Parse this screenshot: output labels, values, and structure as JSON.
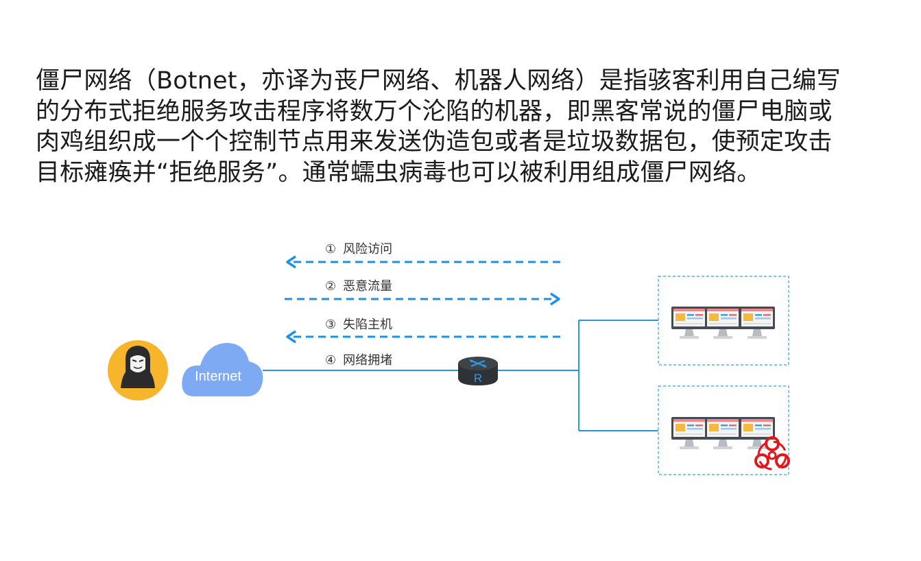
{
  "paragraph": {
    "lines": [
      "僵尸网络（Botnet，亦译为丧尸网络、机器人网络）是指骇客利用自己编写",
      "的分布式拒绝服务攻击程序将数万个沦陷的机器，即黑客常说的僵尸电脑或",
      "肉鸡组织成一个个控制节点用来发送伪造包或者是垃圾数据包，使预定攻击",
      "目标瘫痪并“拒绝服务”。通常蠕虫病毒也可以被利用组成僵尸网络。"
    ]
  },
  "diagram": {
    "steps": [
      {
        "number": "①",
        "label": "风险访问",
        "direction": "left"
      },
      {
        "number": "②",
        "label": "恶意流量",
        "direction": "right"
      },
      {
        "number": "③",
        "label": "失陷主机",
        "direction": "left"
      },
      {
        "number": "④",
        "label": "网络拥堵",
        "direction": "none"
      }
    ],
    "cloud_label": "Internet",
    "router_label": "R",
    "hacker_icon": "hacker-icon",
    "biohazard_icon": "biohazard-icon",
    "colors": {
      "arrow": "#1e90e8",
      "link": "#2a94e6",
      "cloud": "#7eaaf4",
      "hacker_bg": "#f7b52b",
      "biohazard": "#e3161d",
      "group_border": "#2ea0ea"
    }
  }
}
